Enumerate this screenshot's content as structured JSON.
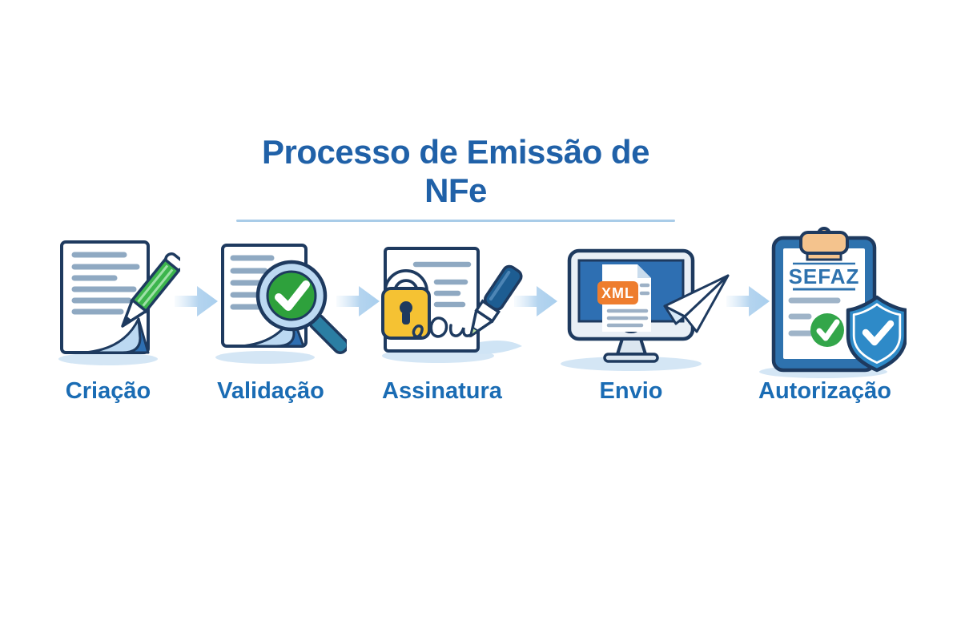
{
  "title": "Processo de Emissão de NFe",
  "steps": [
    {
      "label": "Criação",
      "icon": "document-pencil-icon"
    },
    {
      "label": "Validação",
      "icon": "document-magnifier-check-icon"
    },
    {
      "label": "Assinatura",
      "icon": "document-lock-pen-icon"
    },
    {
      "label": "Envio",
      "icon": "monitor-xml-paper-plane-icon"
    },
    {
      "label": "Autorização",
      "icon": "clipboard-sefaz-shield-icon"
    }
  ],
  "badges": {
    "xml": "XML",
    "sefaz": "SEFAZ"
  },
  "colors": {
    "title_text": "#2061a8",
    "label_text": "#1a6cb4",
    "title_underline": "#a9cce8",
    "arrow_blue": "#a9cfee",
    "outline_navy": "#1e3a5f",
    "check_green": "#33a64a",
    "pencil_green": "#3cb54c",
    "lock_yellow": "#f5c233",
    "xml_orange": "#ee7d2e",
    "shield_blue": "#2e8ac8",
    "clip_tan": "#f4c38d",
    "screen_blue": "#2e6fb2",
    "fold_light_blue": "#bcd9f2",
    "shadow_blue": "#d4e6f5"
  }
}
